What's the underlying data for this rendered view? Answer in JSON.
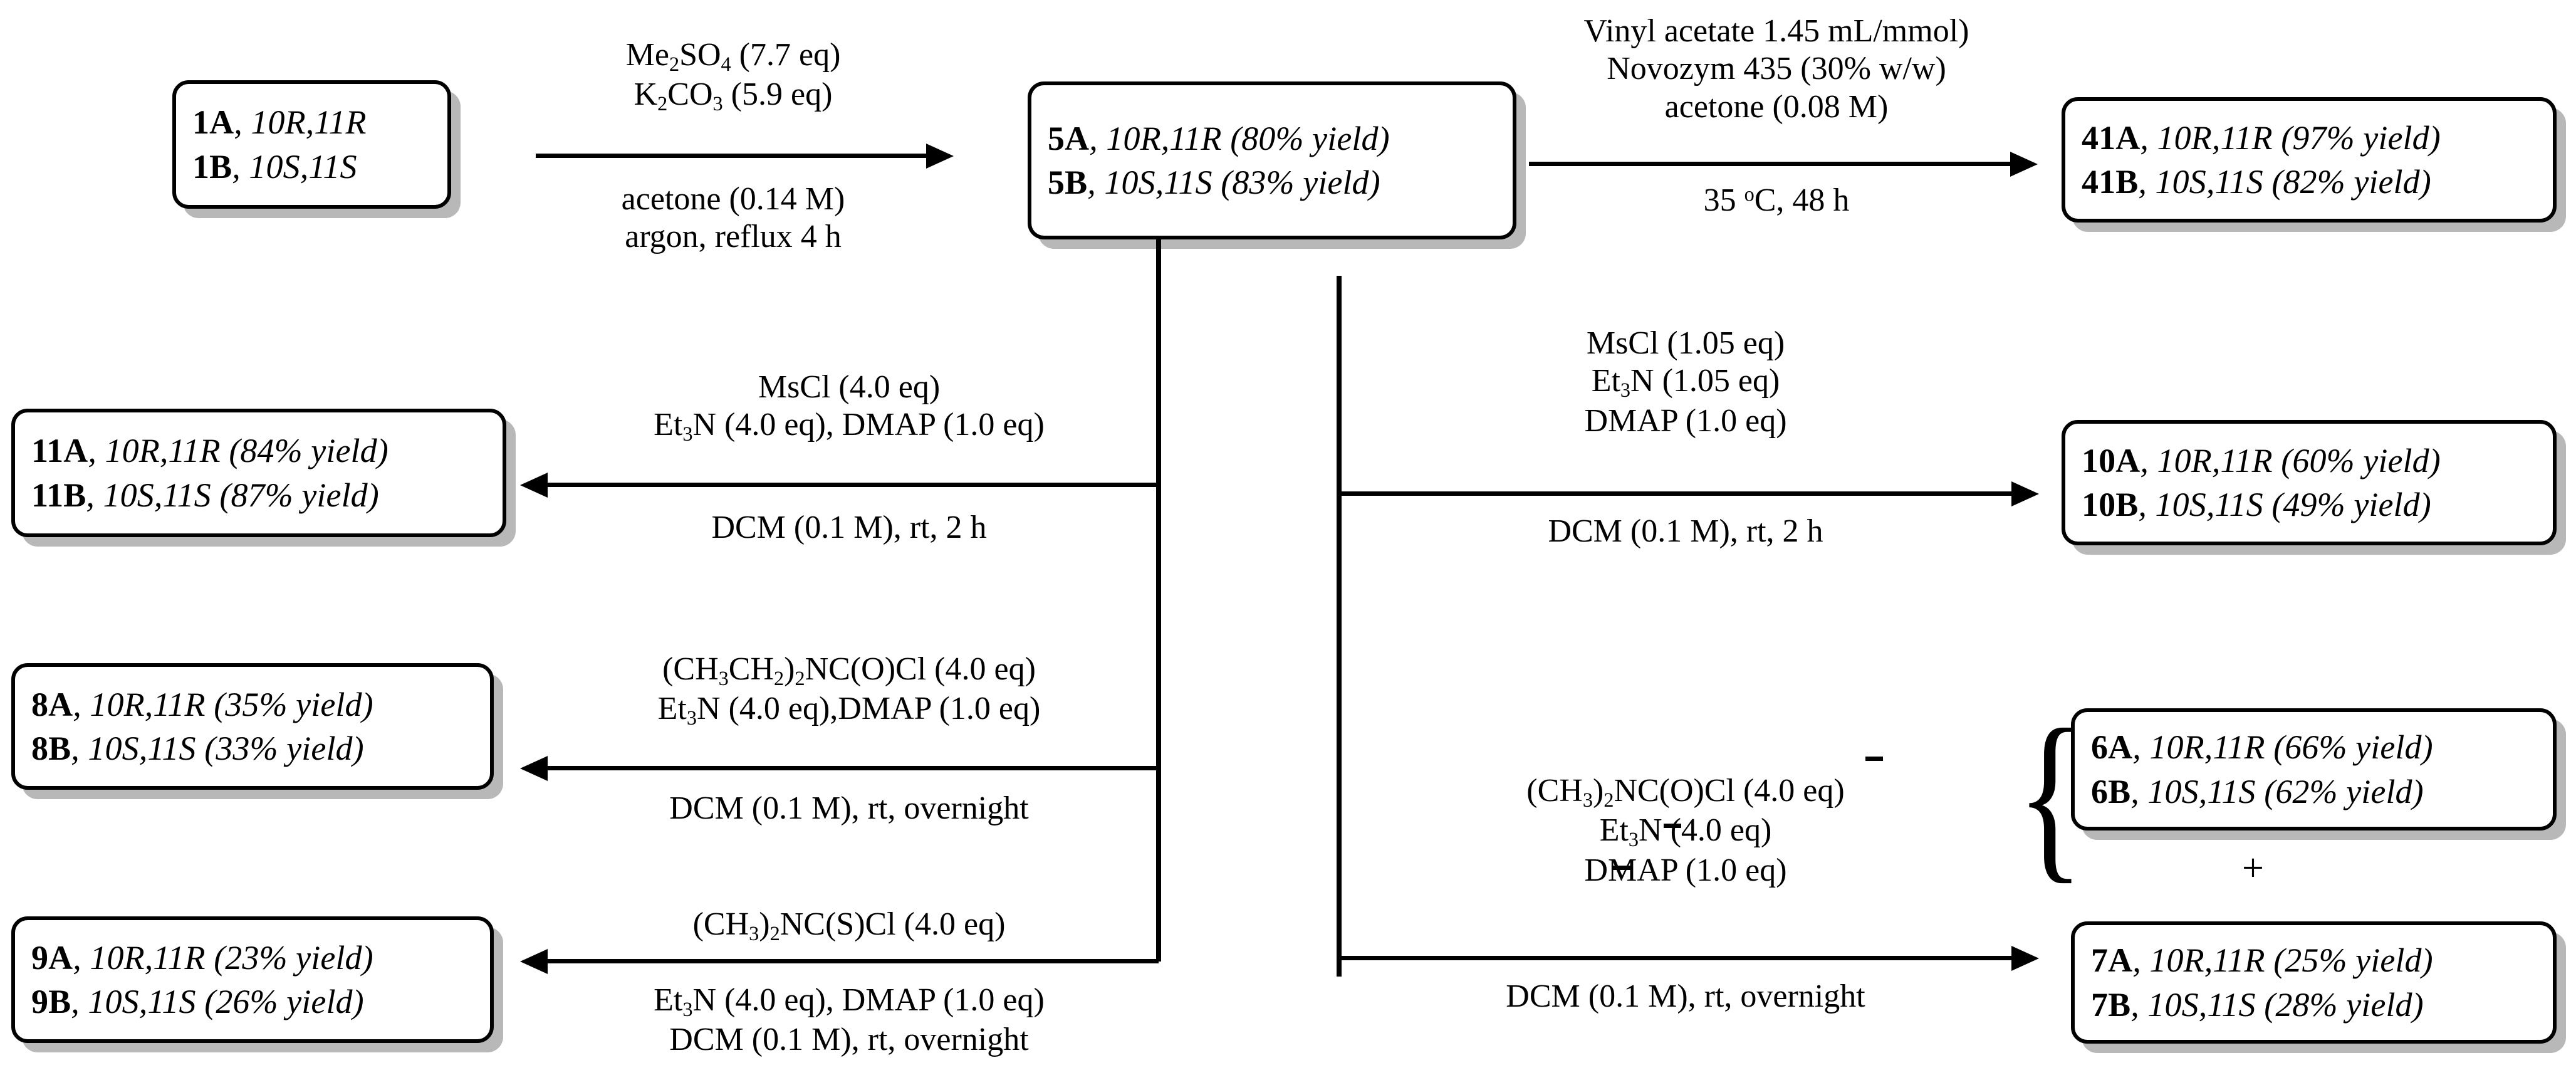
{
  "scheme": {
    "title": "Reaction scheme of enantiomeric series A (10R,11R) and B (10S,11S)",
    "boxes": {
      "start": {
        "name": "starting-material-box",
        "lines": [
          {
            "id": "1A",
            "config": "10R,11R",
            "text": "1A, 10R,11R"
          },
          {
            "id": "1B",
            "config": "10S,11S",
            "text": "1B, 10S,11S"
          }
        ]
      },
      "five": {
        "name": "intermediate-5-box",
        "lines": [
          {
            "id": "5A",
            "config": "10R,11R",
            "yield": "80% yield",
            "text": "5A, 10R,11R (80% yield)"
          },
          {
            "id": "5B",
            "config": "10S,11S",
            "yield": "83% yield",
            "text": "5B, 10S,11S (83% yield)"
          }
        ]
      },
      "fortyone": {
        "name": "product-41-box",
        "lines": [
          {
            "id": "41A",
            "config": "10R,11R",
            "yield": "97% yield",
            "text": "41A, 10R,11R (97% yield)"
          },
          {
            "id": "41B",
            "config": "10S,11S",
            "yield": "82% yield",
            "text": "41B, 10S,11S (82% yield)"
          }
        ]
      },
      "eleven": {
        "name": "product-11-box",
        "lines": [
          {
            "id": "11A",
            "config": "10R,11R",
            "yield": "84% yield",
            "text": "11A, 10R,11R (84% yield)"
          },
          {
            "id": "11B",
            "config": "10S,11S",
            "yield": "87% yield",
            "text": "11B, 10S,11S (87% yield)"
          }
        ]
      },
      "ten": {
        "name": "product-10-box",
        "lines": [
          {
            "id": "10A",
            "config": "10R,11R",
            "yield": "60% yield",
            "text": "10A, 10R,11R (60% yield)"
          },
          {
            "id": "10B",
            "config": "10S,11S",
            "yield": "49% yield",
            "text": "10B, 10S,11S (49% yield)"
          }
        ]
      },
      "eight": {
        "name": "product-8-box",
        "lines": [
          {
            "id": "8A",
            "config": "10R,11R",
            "yield": "35% yield",
            "text": "8A, 10R,11R (35% yield)"
          },
          {
            "id": "8B",
            "config": "10S,11S",
            "yield": "33% yield",
            "text": "8B, 10S,11S (33% yield)"
          }
        ]
      },
      "nine": {
        "name": "product-9-box",
        "lines": [
          {
            "id": "9A",
            "config": "10R,11R",
            "yield": "23% yield",
            "text": "9A, 10R,11R (23% yield)"
          },
          {
            "id": "9B",
            "config": "10S,11S",
            "yield": "26% yield",
            "text": "9B, 10S,11S (26% yield)"
          }
        ]
      },
      "six": {
        "name": "product-6-box",
        "lines": [
          {
            "id": "6A",
            "config": "10R,11R",
            "yield": "66% yield",
            "text": "6A, 10R,11R (66% yield)"
          },
          {
            "id": "6B",
            "config": "10S,11S",
            "yield": "62% yield",
            "text": "6B, 10S,11S (62% yield)"
          }
        ]
      },
      "seven": {
        "name": "product-7-box",
        "lines": [
          {
            "id": "7A",
            "config": "10R,11R",
            "yield": "25% yield",
            "text": "7A, 10R,11R (25% yield)"
          },
          {
            "id": "7B",
            "config": "10S,11S",
            "yield": "28% yield",
            "text": "7B, 10S,11S (28% yield)"
          }
        ]
      }
    },
    "plus_symbol": "+",
    "conditions": {
      "methylation": {
        "name": "methylation-conditions",
        "direction": "right",
        "above": [
          "Me2SO4 (7.7 eq)",
          "K2CO3 (5.9 eq)"
        ],
        "below": [
          "acetone (0.14 M)",
          "argon, reflux 4 h"
        ]
      },
      "acetylation": {
        "name": "enzymatic-acetylation-conditions",
        "direction": "right",
        "above": [
          "Vinyl acetate 1.45 mL/mmol)",
          "Novozym 435 (30% w/w)",
          "acetone (0.08 M)"
        ],
        "below": [
          "35 ºC, 48 h"
        ]
      },
      "mesylation_left": {
        "name": "bis-mesylation-conditions",
        "direction": "left",
        "above": [
          "MsCl (4.0 eq)",
          "Et3N (4.0 eq), DMAP (1.0 eq)"
        ],
        "below": [
          "DCM (0.1 M), rt, 2 h"
        ]
      },
      "mesylation_right": {
        "name": "mono-mesylation-conditions",
        "direction": "right",
        "above": [
          "MsCl (1.05 eq)",
          "Et3N (1.05 eq)",
          "DMAP (1.0 eq)"
        ],
        "below": [
          "DCM (0.1 M), rt, 2 h"
        ]
      },
      "diethylcarbamoyl": {
        "name": "diethylcarbamoyl-chloride-conditions",
        "direction": "left",
        "above": [
          "(CH3CH2)2NC(O)Cl (4.0 eq)",
          "Et3N (4.0 eq),DMAP (1.0 eq)"
        ],
        "below": [
          "DCM (0.1 M), rt, overnight"
        ]
      },
      "thiocarbamoyl": {
        "name": "dimethylthiocarbamoyl-chloride-conditions",
        "direction": "left",
        "above": [
          "(CH3)2NC(S)Cl (4.0 eq)"
        ],
        "below": [
          "Et3N (4.0 eq), DMAP (1.0 eq)",
          "DCM (0.1 M), rt, overnight"
        ]
      },
      "dimethylcarbamoyl": {
        "name": "dimethylcarbamoyl-chloride-conditions",
        "direction": "right",
        "above": [
          "(CH3)2NC(O)Cl (4.0 eq)",
          "Et3N (4.0 eq)",
          "DMAP (1.0 eq)"
        ],
        "below": [
          "DCM (0.1 M), rt, overnight"
        ]
      }
    }
  }
}
